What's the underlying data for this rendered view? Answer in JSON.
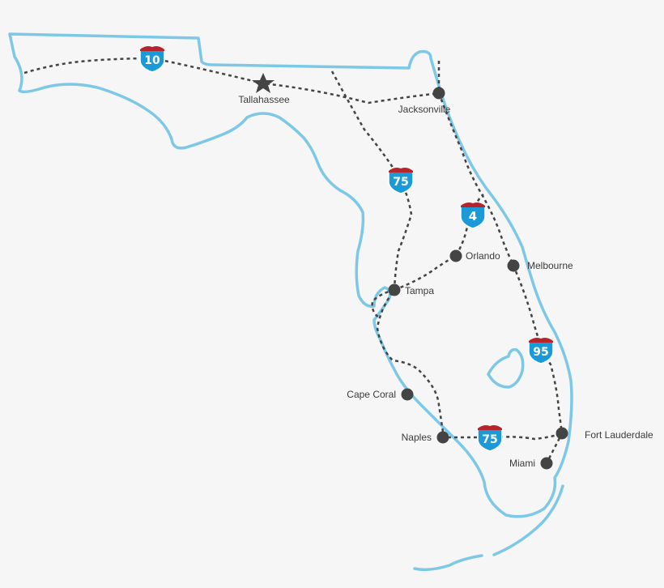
{
  "colors": {
    "coast": "#7cc8e6",
    "background": "#f6f6f6",
    "road": "#444444",
    "shield_blue": "#1a9bd7",
    "shield_red": "#b5252b",
    "city_dot": "#444444"
  },
  "capital": {
    "name": "Tallahassee",
    "icon": "star-icon"
  },
  "cities": [
    {
      "name": "Jacksonville"
    },
    {
      "name": "Orlando"
    },
    {
      "name": "Melbourne"
    },
    {
      "name": "Tampa"
    },
    {
      "name": "Cape Coral"
    },
    {
      "name": "Naples"
    },
    {
      "name": "Fort Lauderdale"
    },
    {
      "name": "Miami"
    }
  ],
  "interstates": [
    {
      "number": "10"
    },
    {
      "number": "75"
    },
    {
      "number": "4"
    },
    {
      "number": "95"
    },
    {
      "number": "75"
    }
  ]
}
